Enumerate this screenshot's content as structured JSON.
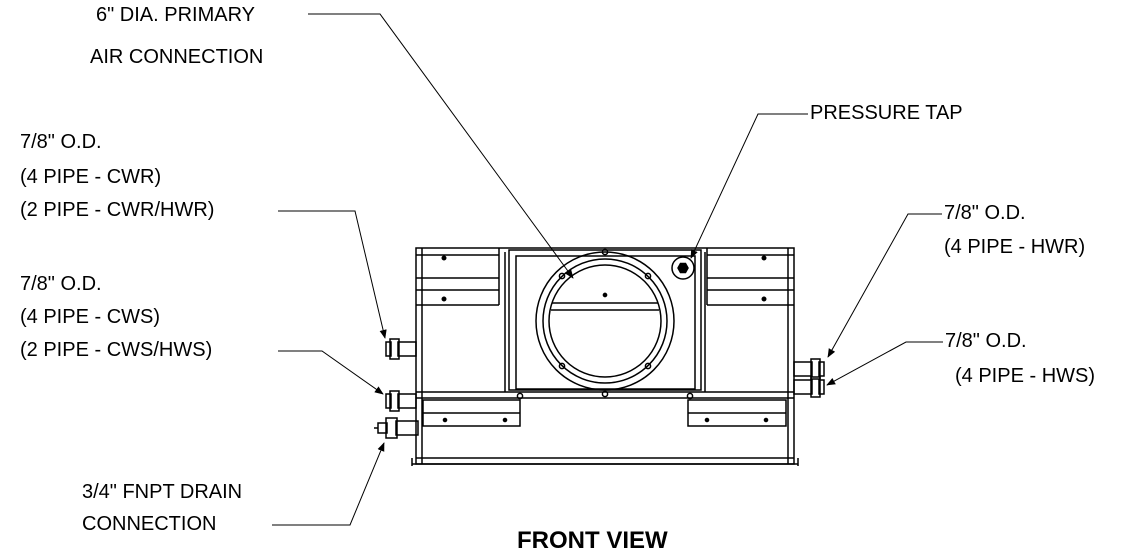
{
  "labels": {
    "primary_air_line1": "6\" DIA. PRIMARY",
    "primary_air_line2": "AIR CONNECTION",
    "pressure_tap": "PRESSURE TAP",
    "cwr_line1": "7/8\" O.D.",
    "cwr_line2": "(4 PIPE - CWR)",
    "cwr_line3": "(2 PIPE - CWR/HWR)",
    "cws_line1": "7/8\" O.D.",
    "cws_line2": "(4 PIPE - CWS)",
    "cws_line3": "(2 PIPE - CWS/HWS)",
    "hwr_line1": "7/8\" O.D.",
    "hwr_line2": "(4 PIPE - HWR)",
    "hws_line1": "7/8\" O.D.",
    "hws_line2": "(4 PIPE - HWS)",
    "drain_line1": "3/4\" FNPT DRAIN",
    "drain_line2": "CONNECTION"
  },
  "title": "FRONT VIEW"
}
